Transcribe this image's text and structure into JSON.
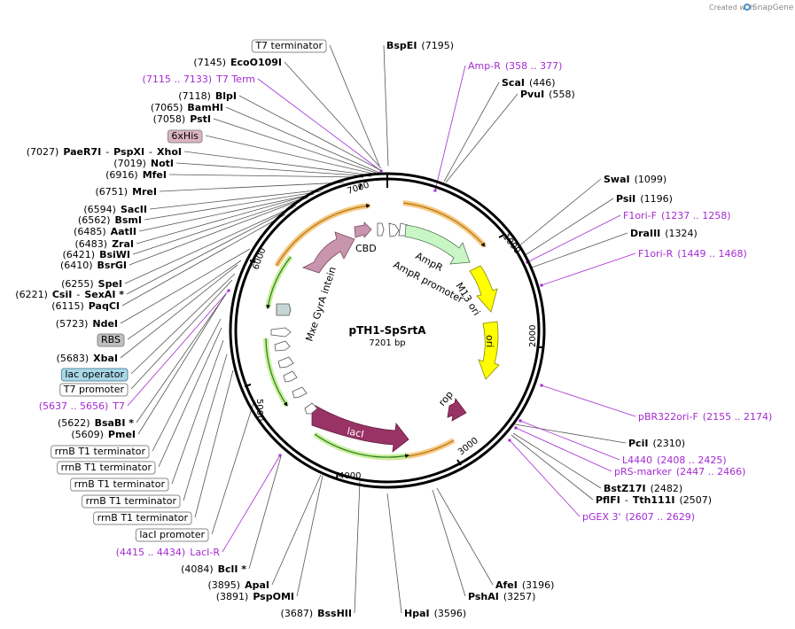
{
  "credit": {
    "prefix": "Created with",
    "brand": "SnapGene"
  },
  "plasmid": {
    "name": "pTH1-SpSrtA",
    "length": "7201 bp"
  },
  "ticks": [
    "1000",
    "2000",
    "3000",
    "4000",
    "5000",
    "6000",
    "7000"
  ],
  "features": [
    {
      "name": "CBD",
      "color": "#c994ad"
    },
    {
      "name": "Mxe GyrA intein",
      "color": "#c994ad"
    },
    {
      "name": "AmpR",
      "color": "#c8f7c5"
    },
    {
      "name": "AmpR promoter",
      "color": "#ffffff"
    },
    {
      "name": "M13 ori",
      "color": "#ffff00"
    },
    {
      "name": "ori",
      "color": "#ffff00"
    },
    {
      "name": "rop",
      "color": "#993366"
    },
    {
      "name": "lacI",
      "color": "#993366"
    }
  ],
  "left_labels": [
    {
      "parts": [
        {
          "t": "T7 terminator",
          "s": "box"
        }
      ]
    },
    {
      "parts": [
        {
          "t": "(7145)",
          "s": "n"
        },
        {
          "t": "EcoO109I",
          "s": "b"
        }
      ]
    },
    {
      "parts": [
        {
          "t": "(7115 .. 7133)",
          "s": "p"
        },
        {
          "t": "T7 Term",
          "s": "p"
        }
      ]
    },
    {
      "parts": [
        {
          "t": "(7118)",
          "s": "n"
        },
        {
          "t": "BlpI",
          "s": "b"
        }
      ]
    },
    {
      "parts": [
        {
          "t": "(7065)",
          "s": "n"
        },
        {
          "t": "BamHI",
          "s": "b"
        }
      ]
    },
    {
      "parts": [
        {
          "t": "(7058)",
          "s": "n"
        },
        {
          "t": "PstI",
          "s": "b"
        }
      ]
    },
    {
      "parts": [
        {
          "t": "6xHis",
          "s": "boxpink"
        }
      ]
    },
    {
      "parts": [
        {
          "t": "(7027)",
          "s": "n"
        },
        {
          "t": "PaeR7I",
          "s": "b"
        },
        {
          "t": "-",
          "s": "n"
        },
        {
          "t": "PspXI",
          "s": "b"
        },
        {
          "t": "-",
          "s": "n"
        },
        {
          "t": "XhoI",
          "s": "b"
        }
      ]
    },
    {
      "parts": [
        {
          "t": "(7019)",
          "s": "n"
        },
        {
          "t": "NotI",
          "s": "b"
        }
      ]
    },
    {
      "parts": [
        {
          "t": "(6916)",
          "s": "n"
        },
        {
          "t": "MfeI",
          "s": "b"
        }
      ]
    },
    {
      "parts": [
        {
          "t": "(6751)",
          "s": "n"
        },
        {
          "t": "MreI",
          "s": "b"
        }
      ]
    },
    {
      "parts": [
        {
          "t": "(6594)",
          "s": "n"
        },
        {
          "t": "SacII",
          "s": "b"
        }
      ]
    },
    {
      "parts": [
        {
          "t": "(6562)",
          "s": "n"
        },
        {
          "t": "BsmI",
          "s": "b"
        }
      ]
    },
    {
      "parts": [
        {
          "t": "(6485)",
          "s": "n"
        },
        {
          "t": "AatII",
          "s": "b"
        }
      ]
    },
    {
      "parts": [
        {
          "t": "(6483)",
          "s": "n"
        },
        {
          "t": "ZraI",
          "s": "b"
        }
      ]
    },
    {
      "parts": [
        {
          "t": "(6421)",
          "s": "n"
        },
        {
          "t": "BsiWI",
          "s": "b"
        }
      ]
    },
    {
      "parts": [
        {
          "t": "(6410)",
          "s": "n"
        },
        {
          "t": "BsrGI",
          "s": "b"
        }
      ]
    },
    {
      "parts": [
        {
          "t": "(6255)",
          "s": "n"
        },
        {
          "t": "SpeI",
          "s": "b"
        }
      ]
    },
    {
      "parts": [
        {
          "t": "(6221)",
          "s": "n"
        },
        {
          "t": "CsiI",
          "s": "b"
        },
        {
          "t": "-",
          "s": "n"
        },
        {
          "t": "SexAI *",
          "s": "b"
        }
      ]
    },
    {
      "parts": [
        {
          "t": "(6115)",
          "s": "n"
        },
        {
          "t": "PaqCI",
          "s": "b"
        }
      ]
    },
    {
      "parts": [
        {
          "t": "(5723)",
          "s": "n"
        },
        {
          "t": "NdeI",
          "s": "b"
        }
      ]
    },
    {
      "parts": [
        {
          "t": "RBS",
          "s": "boxgray"
        }
      ]
    },
    {
      "parts": [
        {
          "t": "(5683)",
          "s": "n"
        },
        {
          "t": "XbaI",
          "s": "b"
        }
      ]
    },
    {
      "parts": [
        {
          "t": "lac operator",
          "s": "boxblue"
        }
      ]
    },
    {
      "parts": [
        {
          "t": "T7 promoter",
          "s": "box"
        }
      ]
    },
    {
      "parts": [
        {
          "t": "(5637 .. 5656)",
          "s": "p"
        },
        {
          "t": "T7",
          "s": "p"
        }
      ]
    },
    {
      "parts": [
        {
          "t": "(5622)",
          "s": "n"
        },
        {
          "t": "BsaBI *",
          "s": "b"
        }
      ]
    },
    {
      "parts": [
        {
          "t": "(5609)",
          "s": "n"
        },
        {
          "t": "PmeI",
          "s": "b"
        }
      ]
    },
    {
      "parts": [
        {
          "t": "rrnB T1 terminator",
          "s": "box"
        }
      ]
    },
    {
      "parts": [
        {
          "t": "rrnB T1 terminator",
          "s": "box"
        }
      ]
    },
    {
      "parts": [
        {
          "t": "rrnB T1 terminator",
          "s": "box"
        }
      ]
    },
    {
      "parts": [
        {
          "t": "rrnB T1 terminator",
          "s": "box"
        }
      ]
    },
    {
      "parts": [
        {
          "t": "rrnB T1 terminator",
          "s": "box"
        }
      ]
    },
    {
      "parts": [
        {
          "t": "lacI promoter",
          "s": "box"
        }
      ]
    },
    {
      "parts": [
        {
          "t": "(4415 .. 4434)",
          "s": "p"
        },
        {
          "t": "LacI-R",
          "s": "p"
        }
      ]
    },
    {
      "parts": [
        {
          "t": "(4084)",
          "s": "n"
        },
        {
          "t": "BclI *",
          "s": "b"
        }
      ]
    },
    {
      "parts": [
        {
          "t": "(3895)",
          "s": "n"
        },
        {
          "t": "ApaI",
          "s": "b"
        }
      ]
    },
    {
      "parts": [
        {
          "t": "(3891)",
          "s": "n"
        },
        {
          "t": "PspOMI",
          "s": "b"
        }
      ]
    },
    {
      "parts": [
        {
          "t": "(3687)",
          "s": "n"
        },
        {
          "t": "BssHII",
          "s": "b"
        }
      ]
    }
  ],
  "right_labels": [
    {
      "parts": [
        {
          "t": "BspEI",
          "s": "b"
        },
        {
          "t": "(7195)",
          "s": "n"
        }
      ]
    },
    {
      "parts": [
        {
          "t": "Amp-R",
          "s": "p"
        },
        {
          "t": "(358 .. 377)",
          "s": "p"
        }
      ]
    },
    {
      "parts": [
        {
          "t": "ScaI",
          "s": "b"
        },
        {
          "t": "(446)",
          "s": "n"
        }
      ]
    },
    {
      "parts": [
        {
          "t": "PvuI",
          "s": "b"
        },
        {
          "t": "(558)",
          "s": "n"
        }
      ]
    },
    {
      "parts": [
        {
          "t": "SwaI",
          "s": "b"
        },
        {
          "t": "(1099)",
          "s": "n"
        }
      ]
    },
    {
      "parts": [
        {
          "t": "PsiI",
          "s": "b"
        },
        {
          "t": "(1196)",
          "s": "n"
        }
      ]
    },
    {
      "parts": [
        {
          "t": "F1ori-F",
          "s": "p"
        },
        {
          "t": "(1237 .. 1258)",
          "s": "p"
        }
      ]
    },
    {
      "parts": [
        {
          "t": "DraIII",
          "s": "b"
        },
        {
          "t": "(1324)",
          "s": "n"
        }
      ]
    },
    {
      "parts": [
        {
          "t": "F1ori-R",
          "s": "p"
        },
        {
          "t": "(1449 .. 1468)",
          "s": "p"
        }
      ]
    },
    {
      "parts": [
        {
          "t": "pBR322ori-F",
          "s": "p"
        },
        {
          "t": "(2155 .. 2174)",
          "s": "p"
        }
      ]
    },
    {
      "parts": [
        {
          "t": "PciI",
          "s": "b"
        },
        {
          "t": "(2310)",
          "s": "n"
        }
      ]
    },
    {
      "parts": [
        {
          "t": "L4440",
          "s": "p"
        },
        {
          "t": "(2408 .. 2425)",
          "s": "p"
        }
      ]
    },
    {
      "parts": [
        {
          "t": "pRS-marker",
          "s": "p"
        },
        {
          "t": "(2447 .. 2466)",
          "s": "p"
        }
      ]
    },
    {
      "parts": [
        {
          "t": "BstZ17I",
          "s": "b"
        },
        {
          "t": "(2482)",
          "s": "n"
        }
      ]
    },
    {
      "parts": [
        {
          "t": "PflFI",
          "s": "b"
        },
        {
          "t": "-",
          "s": "n"
        },
        {
          "t": "Tth111I",
          "s": "b"
        },
        {
          "t": "(2507)",
          "s": "n"
        }
      ]
    },
    {
      "parts": [
        {
          "t": "pGEX 3'",
          "s": "p"
        },
        {
          "t": "(2607 .. 2629)",
          "s": "p"
        }
      ]
    },
    {
      "parts": [
        {
          "t": "AfeI",
          "s": "b"
        },
        {
          "t": "(3196)",
          "s": "n"
        }
      ]
    },
    {
      "parts": [
        {
          "t": "PshAI",
          "s": "b"
        },
        {
          "t": "(3257)",
          "s": "n"
        }
      ]
    },
    {
      "parts": [
        {
          "t": "HpaI",
          "s": "b"
        },
        {
          "t": "(3596)",
          "s": "n"
        }
      ]
    }
  ]
}
